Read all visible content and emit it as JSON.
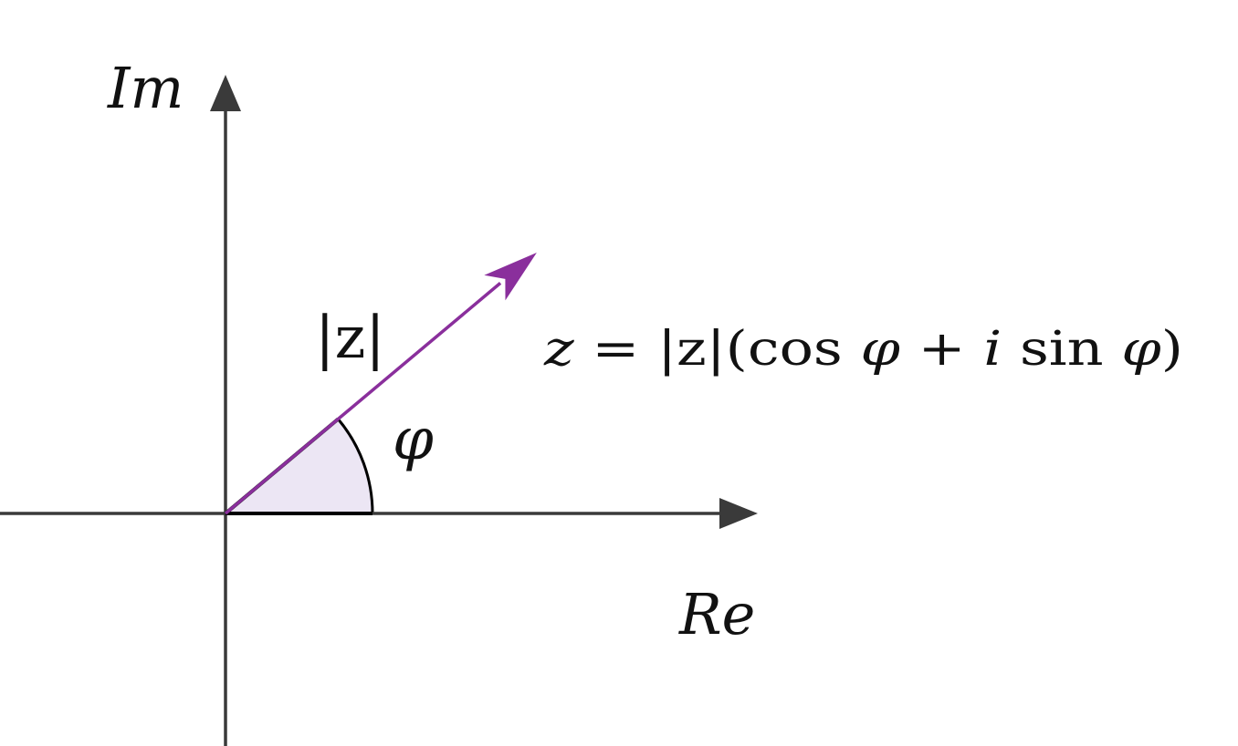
{
  "labels": {
    "im_axis": "Im",
    "re_axis": "Re",
    "modulus": "|z|",
    "angle": "φ",
    "formula": {
      "lhs": "z",
      "eq": " = ",
      "mod": "|z|",
      "open": "(",
      "cos": "cos ",
      "phi1": "φ",
      "plus": " + ",
      "i": "i",
      "sin": " sin ",
      "phi2": "φ",
      "close": ")"
    }
  },
  "colors": {
    "axis": "#3a3a3a",
    "vector": "#8a2f9c",
    "angle_fill": "#ece6f4",
    "angle_stroke": "#000000"
  },
  "angle_degrees": 40
}
